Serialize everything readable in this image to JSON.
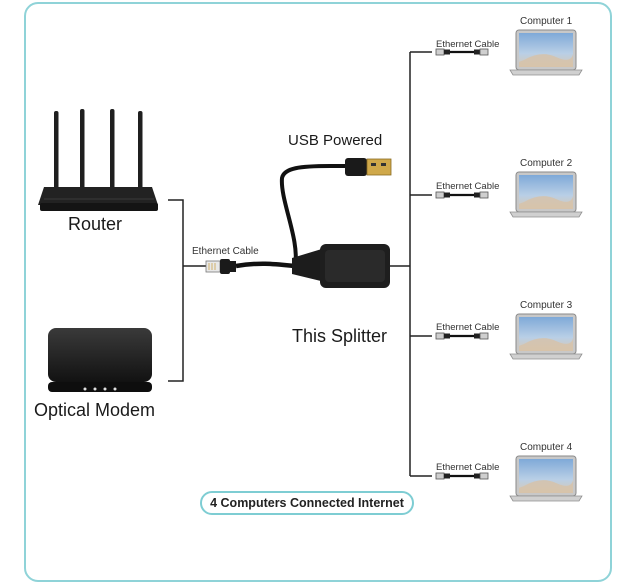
{
  "devices": {
    "router_label": "Router",
    "modem_label": "Optical Modem",
    "splitter_label": "This Splitter",
    "usb_label": "USB Powered",
    "input_cable_label": "Ethernet Cable"
  },
  "computers": [
    {
      "name": "Computer 1",
      "cable": "Ethernet Cable"
    },
    {
      "name": "Computer 2",
      "cable": "Ethernet Cable"
    },
    {
      "name": "Computer 3",
      "cable": "Ethernet Cable"
    },
    {
      "name": "Computer 4",
      "cable": "Ethernet Cable"
    }
  ],
  "caption": "4 Computers Connected Internet",
  "colors": {
    "frame": "#8fd3d8",
    "device": "#1f1f1f",
    "line": "#222222",
    "screen": "#a9c6e6"
  }
}
